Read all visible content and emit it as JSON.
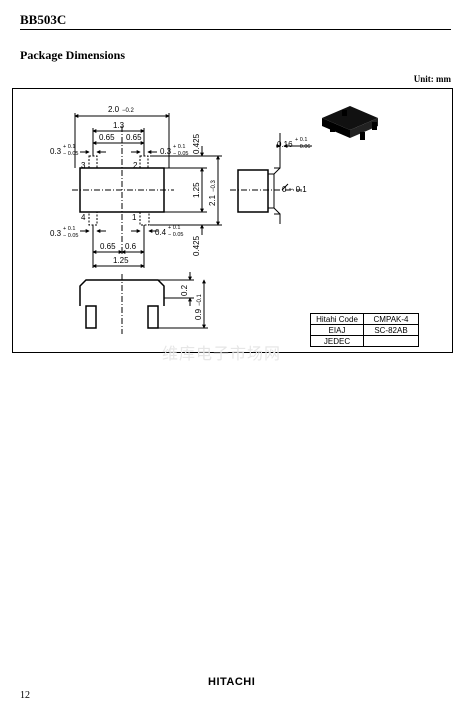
{
  "header": {
    "title": "BB503C"
  },
  "section": {
    "title": "Package Dimensions",
    "unit": "Unit: mm"
  },
  "drawing": {
    "width_total": {
      "nom": "2.0",
      "tol": "−0.2"
    },
    "width_inner": "1.3",
    "half_left": "0.65",
    "half_right": "0.65",
    "lead_width_tl": {
      "nom": "0.3",
      "tol_up": "+ 0.1",
      "tol_down": "− 0.05"
    },
    "lead_width_tr": {
      "nom": "0.3",
      "tol_up": "+ 0.1",
      "tol_down": "− 0.05"
    },
    "lead_width_bl": {
      "nom": "0.3",
      "tol_up": "+ 0.1",
      "tol_down": "− 0.05"
    },
    "lead_width_br": {
      "nom": "0.4",
      "tol_up": "+ 0.1",
      "tol_down": "− 0.05"
    },
    "pitch_left": "0.65",
    "pitch_right": "0.6",
    "pitch_total": "1.25",
    "body_height": "1.25",
    "overall_height": {
      "nom": "2.1",
      "tol": "−0.3"
    },
    "lead_len_top": "0.425",
    "lead_len_bottom": "0.425",
    "pin1": "1",
    "pin2": "2",
    "pin3": "3",
    "pin4": "4",
    "side_thickness": {
      "nom": "0.16",
      "tol_up": "+ 0.1",
      "tol_down": "− 0.06"
    },
    "side_angle": "0 ~ 0.1",
    "front_standoff": "0.2",
    "front_height": {
      "nom": "0.9",
      "tol": "−0.1"
    }
  },
  "spec_table": [
    {
      "key": "Hitahi Code",
      "value": "CMPAK-4"
    },
    {
      "key": "EIAJ",
      "value": "SC-82AB"
    },
    {
      "key": "JEDEC",
      "value": ""
    }
  ],
  "watermark": "维库电子市场网",
  "footer": {
    "brand": "HITACHI",
    "page": "12"
  }
}
